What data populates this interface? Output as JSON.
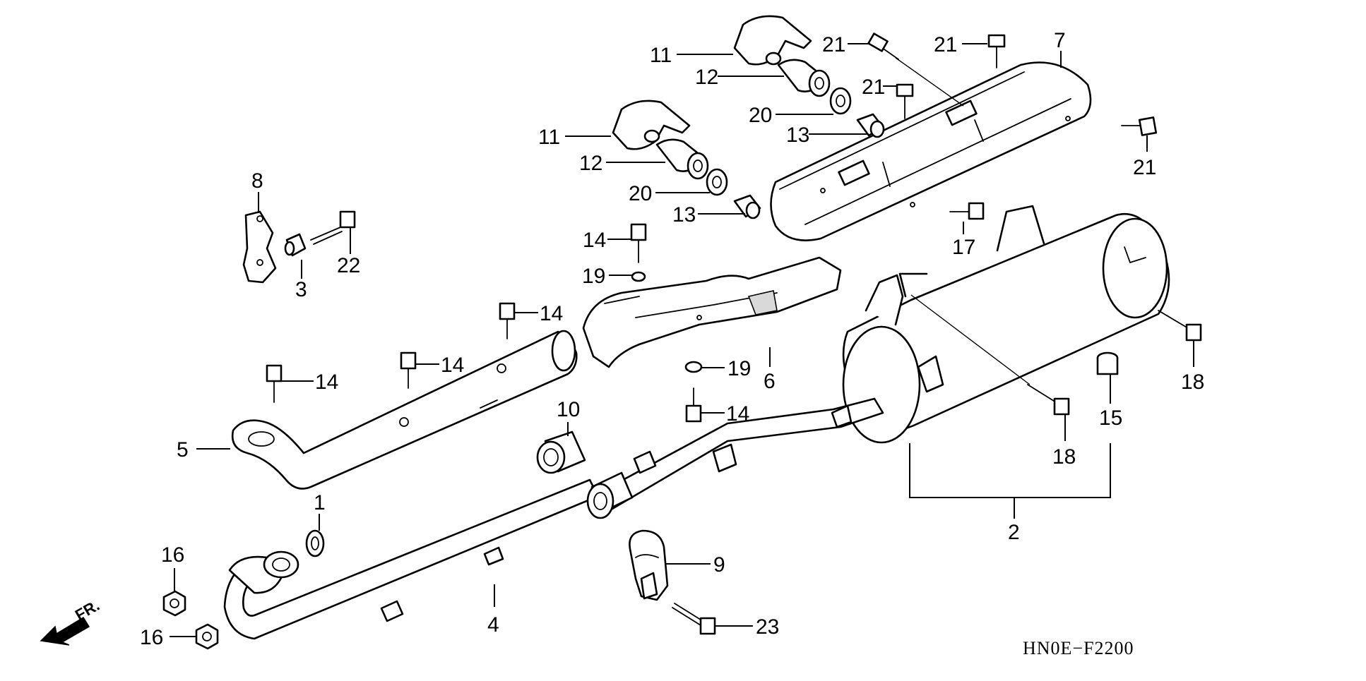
{
  "diagram_code": "HN0E−F2200",
  "direction_label": "FR.",
  "parts": [
    {
      "key": "p11a",
      "number": "11",
      "part": "exhaust mounting bracket (upper)"
    },
    {
      "key": "p12a",
      "number": "12",
      "part": "rubber mount"
    },
    {
      "key": "p20a",
      "number": "20",
      "part": "washer"
    },
    {
      "key": "p13a",
      "number": "13",
      "part": "collar"
    },
    {
      "key": "p11b",
      "number": "11",
      "part": "exhaust mounting bracket (lower)"
    },
    {
      "key": "p12b",
      "number": "12",
      "part": "rubber mount"
    },
    {
      "key": "p20b",
      "number": "20",
      "part": "washer"
    },
    {
      "key": "p13b",
      "number": "13",
      "part": "collar"
    },
    {
      "key": "p21a",
      "number": "21",
      "part": "bolt"
    },
    {
      "key": "p21b",
      "number": "21",
      "part": "bolt"
    },
    {
      "key": "p21c",
      "number": "21",
      "part": "bolt"
    },
    {
      "key": "p21d",
      "number": "21",
      "part": "bolt"
    },
    {
      "key": "p7",
      "number": "7",
      "part": "muffler protector"
    },
    {
      "key": "p8",
      "number": "8",
      "part": "bracket"
    },
    {
      "key": "p3",
      "number": "3",
      "part": "collar"
    },
    {
      "key": "p22",
      "number": "22",
      "part": "bolt"
    },
    {
      "key": "p14a",
      "number": "14",
      "part": "bolt"
    },
    {
      "key": "p19a",
      "number": "19",
      "part": "washer"
    },
    {
      "key": "p14b",
      "number": "14",
      "part": "bolt"
    },
    {
      "key": "p14c",
      "number": "14",
      "part": "bolt"
    },
    {
      "key": "p14d",
      "number": "14",
      "part": "bolt"
    },
    {
      "key": "p14e",
      "number": "14",
      "part": "bolt"
    },
    {
      "key": "p19b",
      "number": "19",
      "part": "washer"
    },
    {
      "key": "p6",
      "number": "6",
      "part": "rear pipe protector"
    },
    {
      "key": "p5",
      "number": "5",
      "part": "front pipe protector"
    },
    {
      "key": "p17",
      "number": "17",
      "part": "bolt"
    },
    {
      "key": "p18a",
      "number": "18",
      "part": "bolt"
    },
    {
      "key": "p18b",
      "number": "18",
      "part": "bolt"
    },
    {
      "key": "p15",
      "number": "15",
      "part": "plug"
    },
    {
      "key": "p10",
      "number": "10",
      "part": "gasket"
    },
    {
      "key": "p2",
      "number": "2",
      "part": "muffler assembly"
    },
    {
      "key": "p1",
      "number": "1",
      "part": "gasket"
    },
    {
      "key": "p9",
      "number": "9",
      "part": "band"
    },
    {
      "key": "p23",
      "number": "23",
      "part": "bolt"
    },
    {
      "key": "p4",
      "number": "4",
      "part": "exhaust pipe"
    },
    {
      "key": "p16a",
      "number": "16",
      "part": "nut"
    },
    {
      "key": "p16b",
      "number": "16",
      "part": "nut"
    }
  ]
}
